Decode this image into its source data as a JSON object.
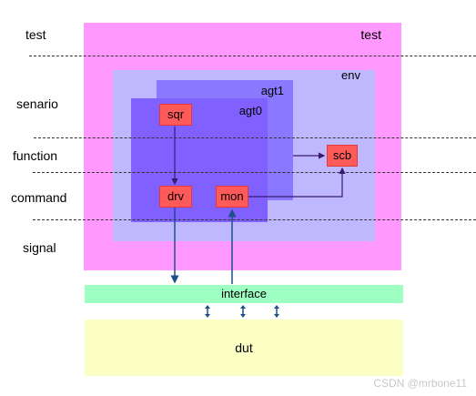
{
  "layers": [
    "test",
    "senario",
    "function",
    "command",
    "signal"
  ],
  "containers": {
    "test": "test",
    "env": "env",
    "agt1": "agt1",
    "agt0": "agt0"
  },
  "components": {
    "sqr": "sqr",
    "drv": "drv",
    "mon": "mon",
    "scb": "scb"
  },
  "interface": "interface",
  "dut": "dut",
  "watermark": "CSDN @mrbone11",
  "colors": {
    "test_bg": "#ff99ff",
    "env_bg": "#c0b8ff",
    "agent_bg": "#8060ff",
    "component_bg": "#ff5a5a",
    "interface_bg": "#9dffc2",
    "dut_bg": "#fbffc4",
    "arrow": "#3a1a6e",
    "signal_arrow": "#1f4e8c"
  }
}
